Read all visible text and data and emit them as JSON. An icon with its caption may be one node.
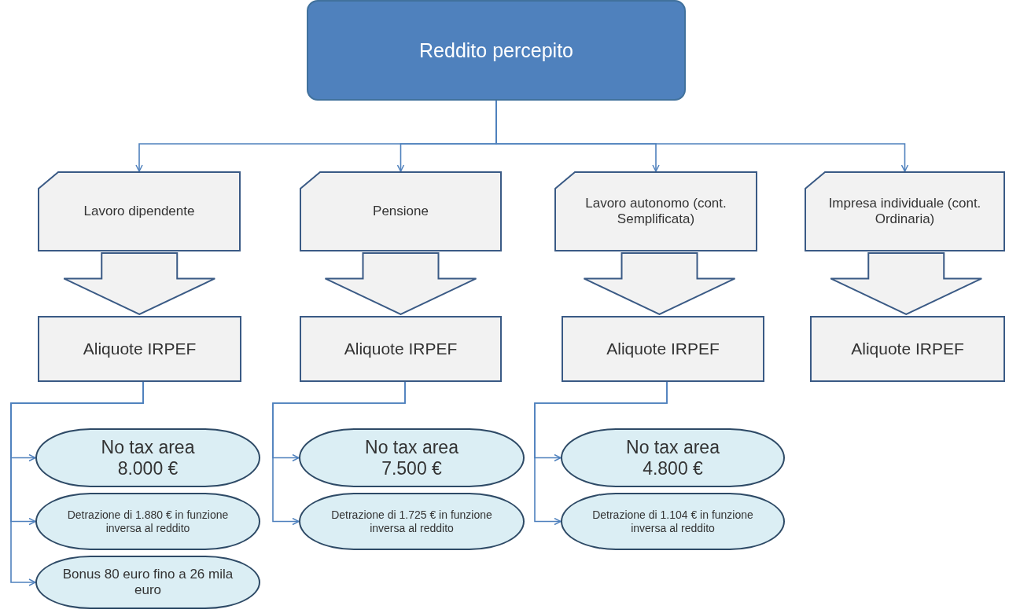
{
  "diagram": {
    "nodes": [
      {
        "text": [
          "Reddito percepito"
        ]
      },
      {
        "text": [
          "Lavoro dipendente"
        ]
      },
      {
        "text": [
          "Pensione"
        ]
      },
      {
        "text": [
          "Lavoro autonomo (cont. Semplificata)"
        ]
      },
      {
        "text": [
          "Impresa individuale (cont. Ordinaria)"
        ]
      },
      {
        "text": [
          "Aliquote IRPEF"
        ]
      },
      {
        "text": [
          "Aliquote IRPEF"
        ]
      },
      {
        "text": [
          "Aliquote IRPEF"
        ]
      },
      {
        "text": [
          "Aliquote IRPEF"
        ]
      },
      {
        "text": [
          "No tax area",
          "8.000 €"
        ]
      },
      {
        "text": [
          "Detrazione di 1.880 € in funzione inversa al reddito"
        ]
      },
      {
        "text": [
          "Bonus 80 euro fino a 26 mila euro"
        ]
      },
      {
        "text": [
          "No tax area",
          "7.500 €"
        ]
      },
      {
        "text": [
          "Detrazione di 1.725 € in funzione inversa al reddito"
        ]
      },
      {
        "text": [
          "No tax area",
          "4.800 €"
        ]
      },
      {
        "text": [
          "Detrazione di 1.104 € in funzione inversa al reddito"
        ]
      }
    ],
    "edges": [
      {
        "from": 0,
        "to": 1,
        "arrow": "to"
      },
      {
        "from": 0,
        "to": 2,
        "arrow": "to"
      },
      {
        "from": 0,
        "to": 3,
        "arrow": "to"
      },
      {
        "from": 0,
        "to": 4,
        "arrow": "to"
      },
      {
        "from": 1,
        "to": 5,
        "arrow": "to",
        "style": "thick"
      },
      {
        "from": 2,
        "to": 6,
        "arrow": "to",
        "style": "thick"
      },
      {
        "from": 3,
        "to": 7,
        "arrow": "to",
        "style": "thick"
      },
      {
        "from": 4,
        "to": 8,
        "arrow": "to",
        "style": "thick"
      },
      {
        "from": 5,
        "to": 9,
        "arrow": "to"
      },
      {
        "from": 5,
        "to": 10,
        "arrow": "to"
      },
      {
        "from": 5,
        "to": 11,
        "arrow": "to"
      },
      {
        "from": 6,
        "to": 12,
        "arrow": "to"
      },
      {
        "from": 6,
        "to": 13,
        "arrow": "to"
      },
      {
        "from": 7,
        "to": 14,
        "arrow": "to"
      },
      {
        "from": 7,
        "to": 15,
        "arrow": "to"
      }
    ]
  }
}
